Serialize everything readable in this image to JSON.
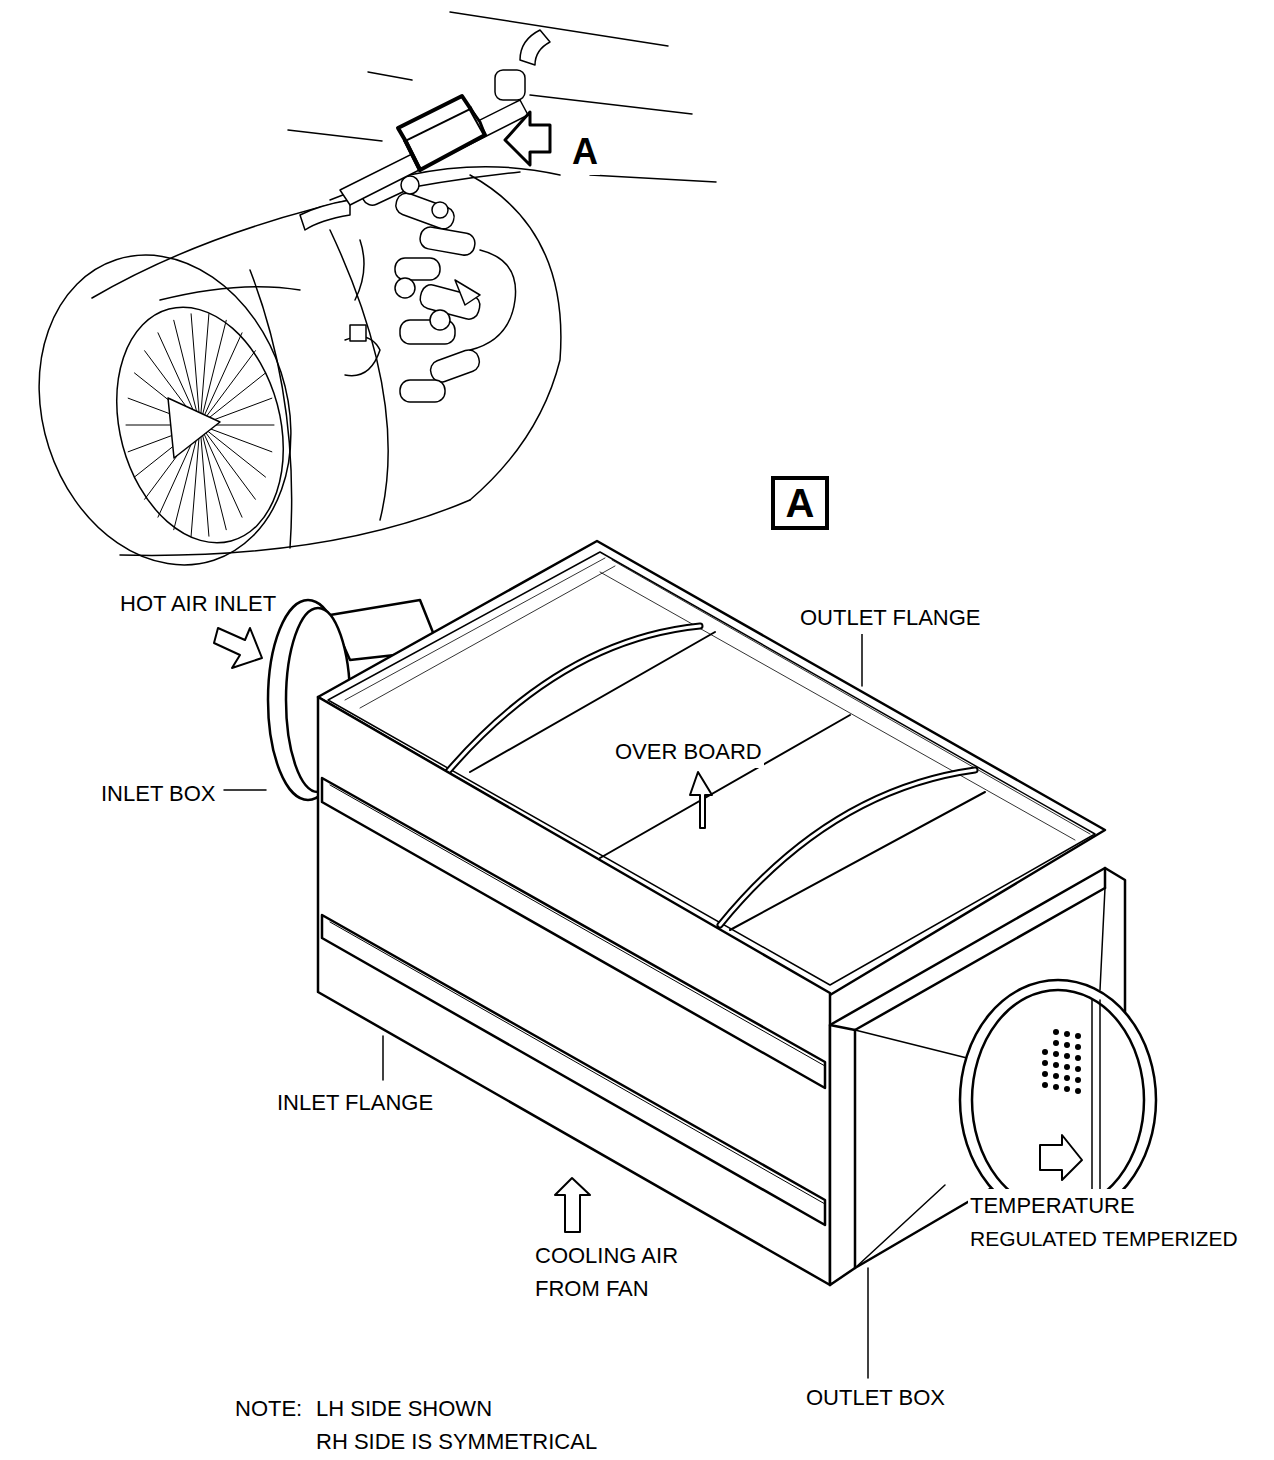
{
  "diagram": {
    "nodes": [
      {
        "text": [
          "A"
        ]
      }
    ],
    "labels": [
      "A",
      "HOT AIR INLET",
      "OUTLET FLANGE",
      "OVER BOARD",
      "INLET BOX",
      "INLET FLANGE",
      "COOLING AIR FROM FAN",
      "TEMPERATURE",
      "REGULATED TEMPERIZED",
      "OUTLET BOX",
      "NOTE:",
      "LH SIDE SHOWN",
      "RH SIDE IS SYMMETRICAL"
    ]
  }
}
